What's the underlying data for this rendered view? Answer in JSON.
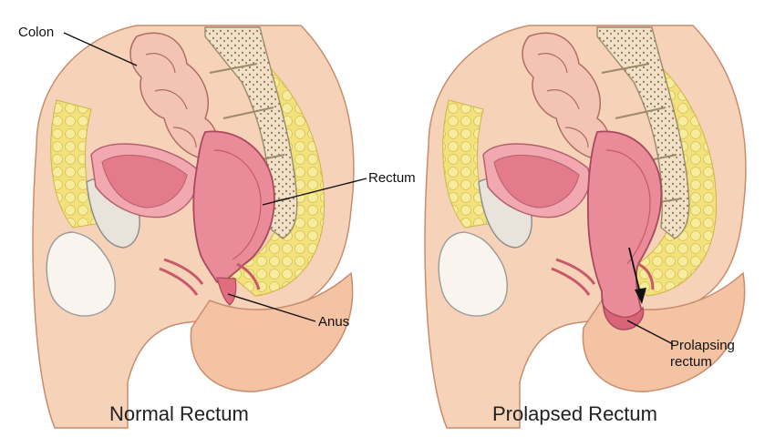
{
  "labels": {
    "colon": "Colon",
    "rectum": "Rectum",
    "anus": "Anus",
    "prolapsing_line1": "Prolapsing",
    "prolapsing_line2": "rectum"
  },
  "captions": {
    "normal": "Normal Rectum",
    "prolapsed": "Prolapsed Rectum"
  },
  "colors": {
    "skin": "#f3c3a3",
    "skin_outline": "#c88c6e",
    "tissue_pink": "#e98b98",
    "tissue_dark": "#c9586b",
    "fat_yellow": "#f2e27a",
    "bone": "#efe2c8",
    "bone_dots": "#b38b6d"
  }
}
